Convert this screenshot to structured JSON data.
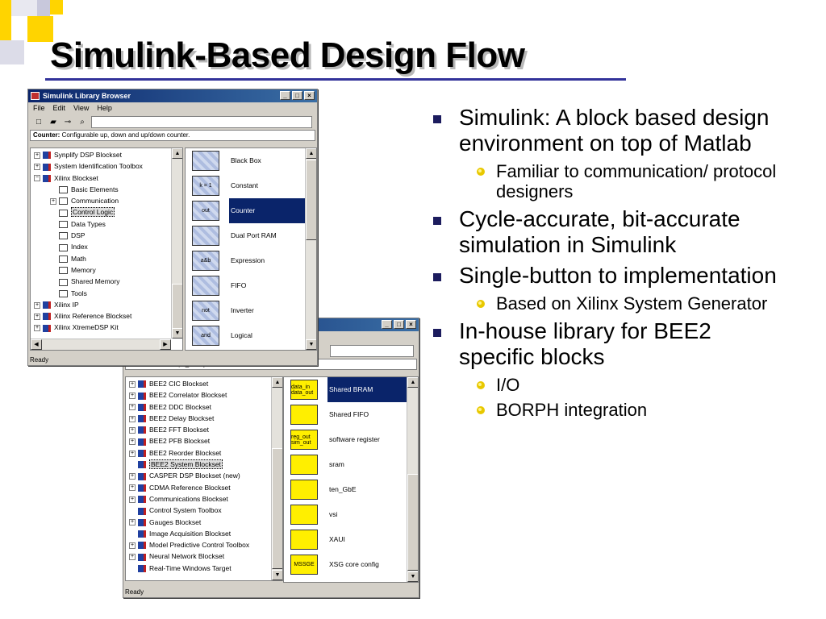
{
  "slide": {
    "title": "Simulink-Based Design Flow",
    "bullets": [
      {
        "text": "Simulink: A block based design environment on top of Matlab",
        "subs": [
          "Familiar to communication/ protocol designers"
        ]
      },
      {
        "text": "Cycle-accurate, bit-accurate simulation in Simulink",
        "subs": []
      },
      {
        "text": "Single-button to implementation",
        "subs": [
          "Based on Xilinx System Generator"
        ]
      },
      {
        "text": "In-house library for BEE2 specific blocks",
        "subs": [
          "I/O",
          "BORPH integration"
        ]
      }
    ]
  },
  "colors": {
    "title_rule": "#33339a",
    "bullet_square": "#1c1c5e",
    "bullet_dot": "#e8c800",
    "selection": "#0a246a"
  },
  "win1": {
    "title": "Simulink Library Browser",
    "menu": [
      "File",
      "Edit",
      "View",
      "Help"
    ],
    "description_label": "Counter:",
    "description_text": "Configurable up, down and up/down counter.",
    "tree": [
      {
        "label": "Synplify DSP Blockset",
        "kind": "lib",
        "exp": "+"
      },
      {
        "label": "System Identification Toolbox",
        "kind": "lib",
        "exp": "+"
      },
      {
        "label": "Xilinx Blockset",
        "kind": "lib",
        "exp": "-"
      },
      {
        "label": "Basic Elements",
        "kind": "sub",
        "exp": ""
      },
      {
        "label": "Communication",
        "kind": "sub",
        "exp": "+"
      },
      {
        "label": "Control Logic",
        "kind": "sub",
        "exp": "",
        "sel": true
      },
      {
        "label": "Data Types",
        "kind": "sub",
        "exp": ""
      },
      {
        "label": "DSP",
        "kind": "sub",
        "exp": ""
      },
      {
        "label": "Index",
        "kind": "sub",
        "exp": ""
      },
      {
        "label": "Math",
        "kind": "sub",
        "exp": ""
      },
      {
        "label": "Memory",
        "kind": "sub",
        "exp": ""
      },
      {
        "label": "Shared Memory",
        "kind": "sub",
        "exp": ""
      },
      {
        "label": "Tools",
        "kind": "sub",
        "exp": ""
      },
      {
        "label": "Xilinx IP",
        "kind": "lib",
        "exp": "+"
      },
      {
        "label": "Xilinx Reference Blockset",
        "kind": "lib",
        "exp": "+"
      },
      {
        "label": "Xilinx XtremeDSP Kit",
        "kind": "lib",
        "exp": "+"
      }
    ],
    "blocks": [
      {
        "label": "Black Box",
        "icon": ""
      },
      {
        "label": "Constant",
        "icon": "k = 1"
      },
      {
        "label": "Counter",
        "icon": "out",
        "sel": true
      },
      {
        "label": "Dual Port RAM",
        "icon": ""
      },
      {
        "label": "Expression",
        "icon": "a&b"
      },
      {
        "label": "FIFO",
        "icon": ""
      },
      {
        "label": "Inverter",
        "icon": "not"
      },
      {
        "label": "Logical",
        "icon": "and"
      }
    ],
    "status": "Ready"
  },
  "win2": {
    "description_label": "Shared BRAM:",
    "description_text": "xps_library/Shared BRAM",
    "tree": [
      {
        "label": "BEE2 CIC Blockset",
        "exp": "+"
      },
      {
        "label": "BEE2 Correlator Blockset",
        "exp": "+"
      },
      {
        "label": "BEE2 DDC Blockset",
        "exp": "+"
      },
      {
        "label": "BEE2 Delay Blockset",
        "exp": "+"
      },
      {
        "label": "BEE2 FFT Blockset",
        "exp": "+"
      },
      {
        "label": "BEE2 PFB Blockset",
        "exp": "+"
      },
      {
        "label": "BEE2 Reorder Blockset",
        "exp": "+"
      },
      {
        "label": "BEE2 System Blockset",
        "exp": "",
        "sel": true
      },
      {
        "label": "CASPER DSP Blockset (new)",
        "exp": "+"
      },
      {
        "label": "CDMA Reference Blockset",
        "exp": "+"
      },
      {
        "label": "Communications Blockset",
        "exp": "+"
      },
      {
        "label": "Control System Toolbox",
        "exp": ""
      },
      {
        "label": "Gauges Blockset",
        "exp": "+"
      },
      {
        "label": "Image Acquisition Blockset",
        "exp": ""
      },
      {
        "label": "Model Predictive Control Toolbox",
        "exp": "+"
      },
      {
        "label": "Neural Network Blockset",
        "exp": "+"
      },
      {
        "label": "Real-Time Windows Target",
        "exp": ""
      }
    ],
    "blocks": [
      {
        "label": "Shared BRAM",
        "icon": "data_in data_out",
        "sel": true
      },
      {
        "label": "Shared FIFO",
        "icon": ""
      },
      {
        "label": "software register",
        "icon": "reg_out sim_out"
      },
      {
        "label": "sram",
        "icon": ""
      },
      {
        "label": "ten_GbE",
        "icon": ""
      },
      {
        "label": "vsi",
        "icon": ""
      },
      {
        "label": "XAUI",
        "icon": ""
      },
      {
        "label": "XSG core config",
        "icon": "MSSGE"
      }
    ],
    "status": "Ready"
  }
}
